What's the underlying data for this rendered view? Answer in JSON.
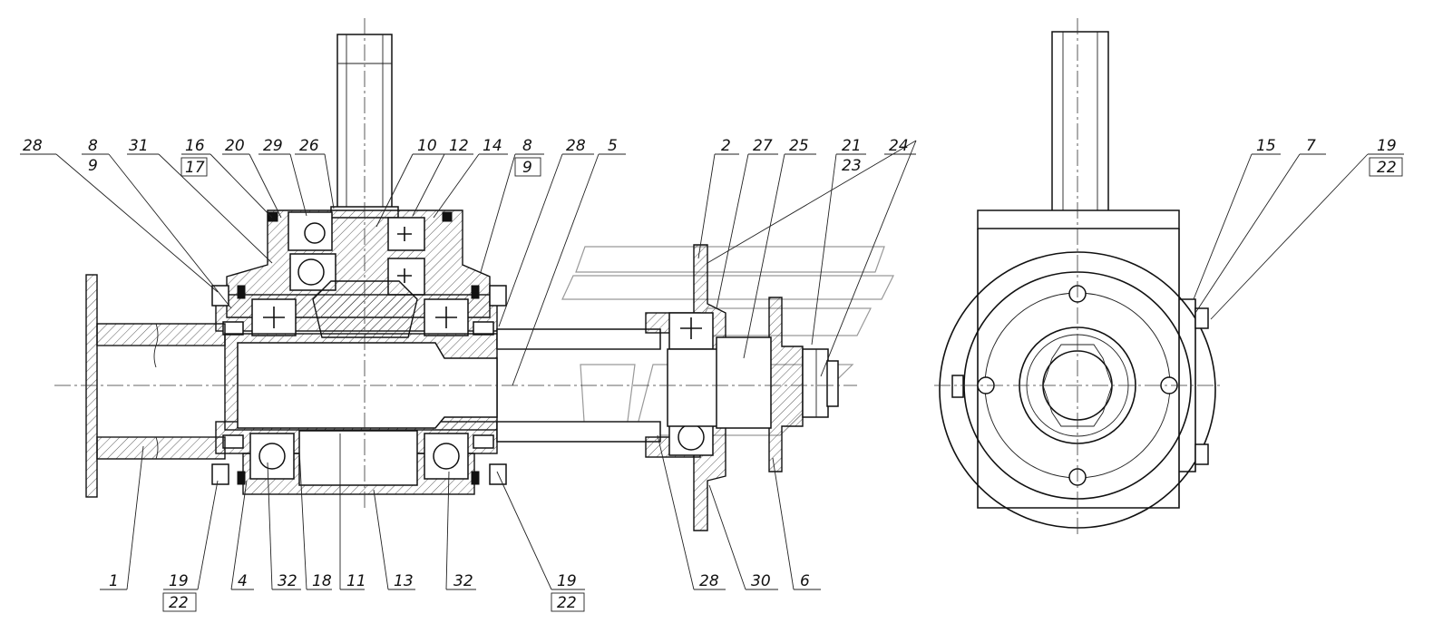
{
  "callouts": {
    "c28a": "28",
    "c8a": "8",
    "c9a": "9",
    "c31": "31",
    "c16": "16",
    "c17": "17",
    "c20": "20",
    "c29": "29",
    "c26": "26",
    "c10": "10",
    "c12": "12",
    "c14": "14",
    "c8b": "8",
    "c9b": "9",
    "c28b": "28",
    "c5": "5",
    "c2": "2",
    "c27": "27",
    "c25": "25",
    "c21": "21",
    "c23": "23",
    "c24": "24",
    "c15": "15",
    "c7": "7",
    "c19a": "19",
    "c22a": "22",
    "c1": "1",
    "c19b": "19",
    "c22b": "22",
    "c4": "4",
    "c32a": "32",
    "c18": "18",
    "c11": "11",
    "c13": "13",
    "c32b": "32",
    "c19c": "19",
    "c22c": "22",
    "c28c": "28",
    "c30": "30",
    "c6": "6"
  }
}
